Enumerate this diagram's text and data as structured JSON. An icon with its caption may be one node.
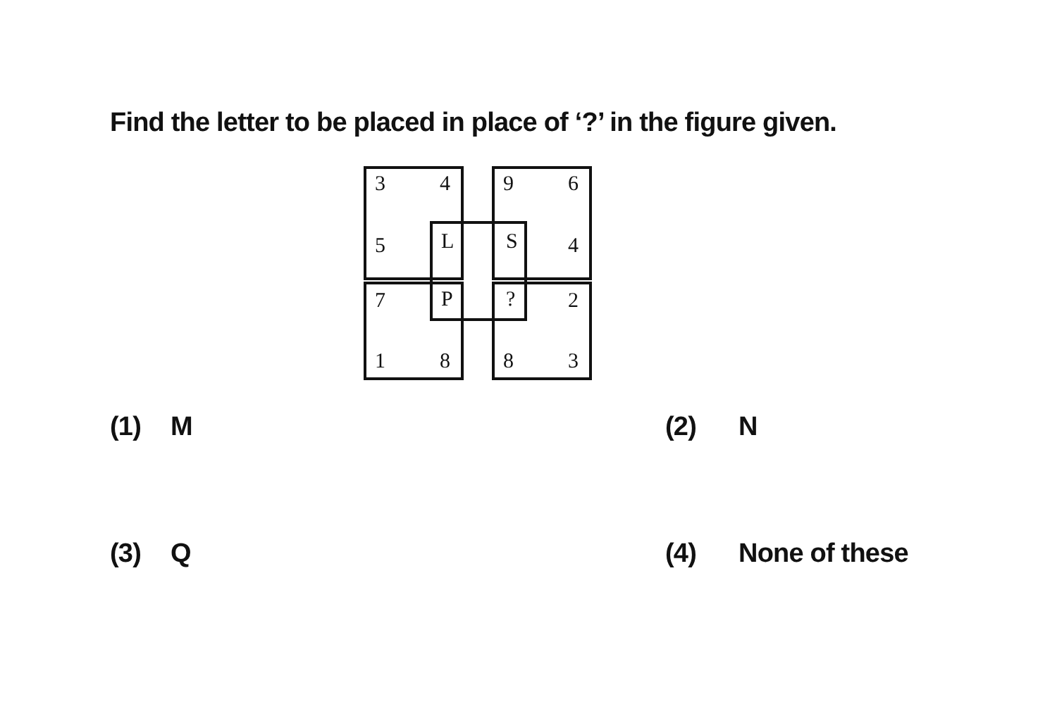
{
  "diagram": {
    "title": "Find the letter to be placed in place of ‘?’ in the figure given.",
    "nodes": [
      {
        "text": [
          "3",
          "4",
          "5"
        ]
      },
      {
        "text": [
          "9",
          "6",
          "4"
        ]
      },
      {
        "text": [
          "7",
          "1",
          "8"
        ]
      },
      {
        "text": [
          "2",
          "8",
          "3"
        ]
      },
      {
        "text": [
          "L",
          "S",
          "P",
          "?"
        ]
      }
    ],
    "edges": [],
    "labels": [
      "(1)",
      "M",
      "(2)",
      "N",
      "(3)",
      "Q",
      "(4)",
      "None of these"
    ]
  }
}
